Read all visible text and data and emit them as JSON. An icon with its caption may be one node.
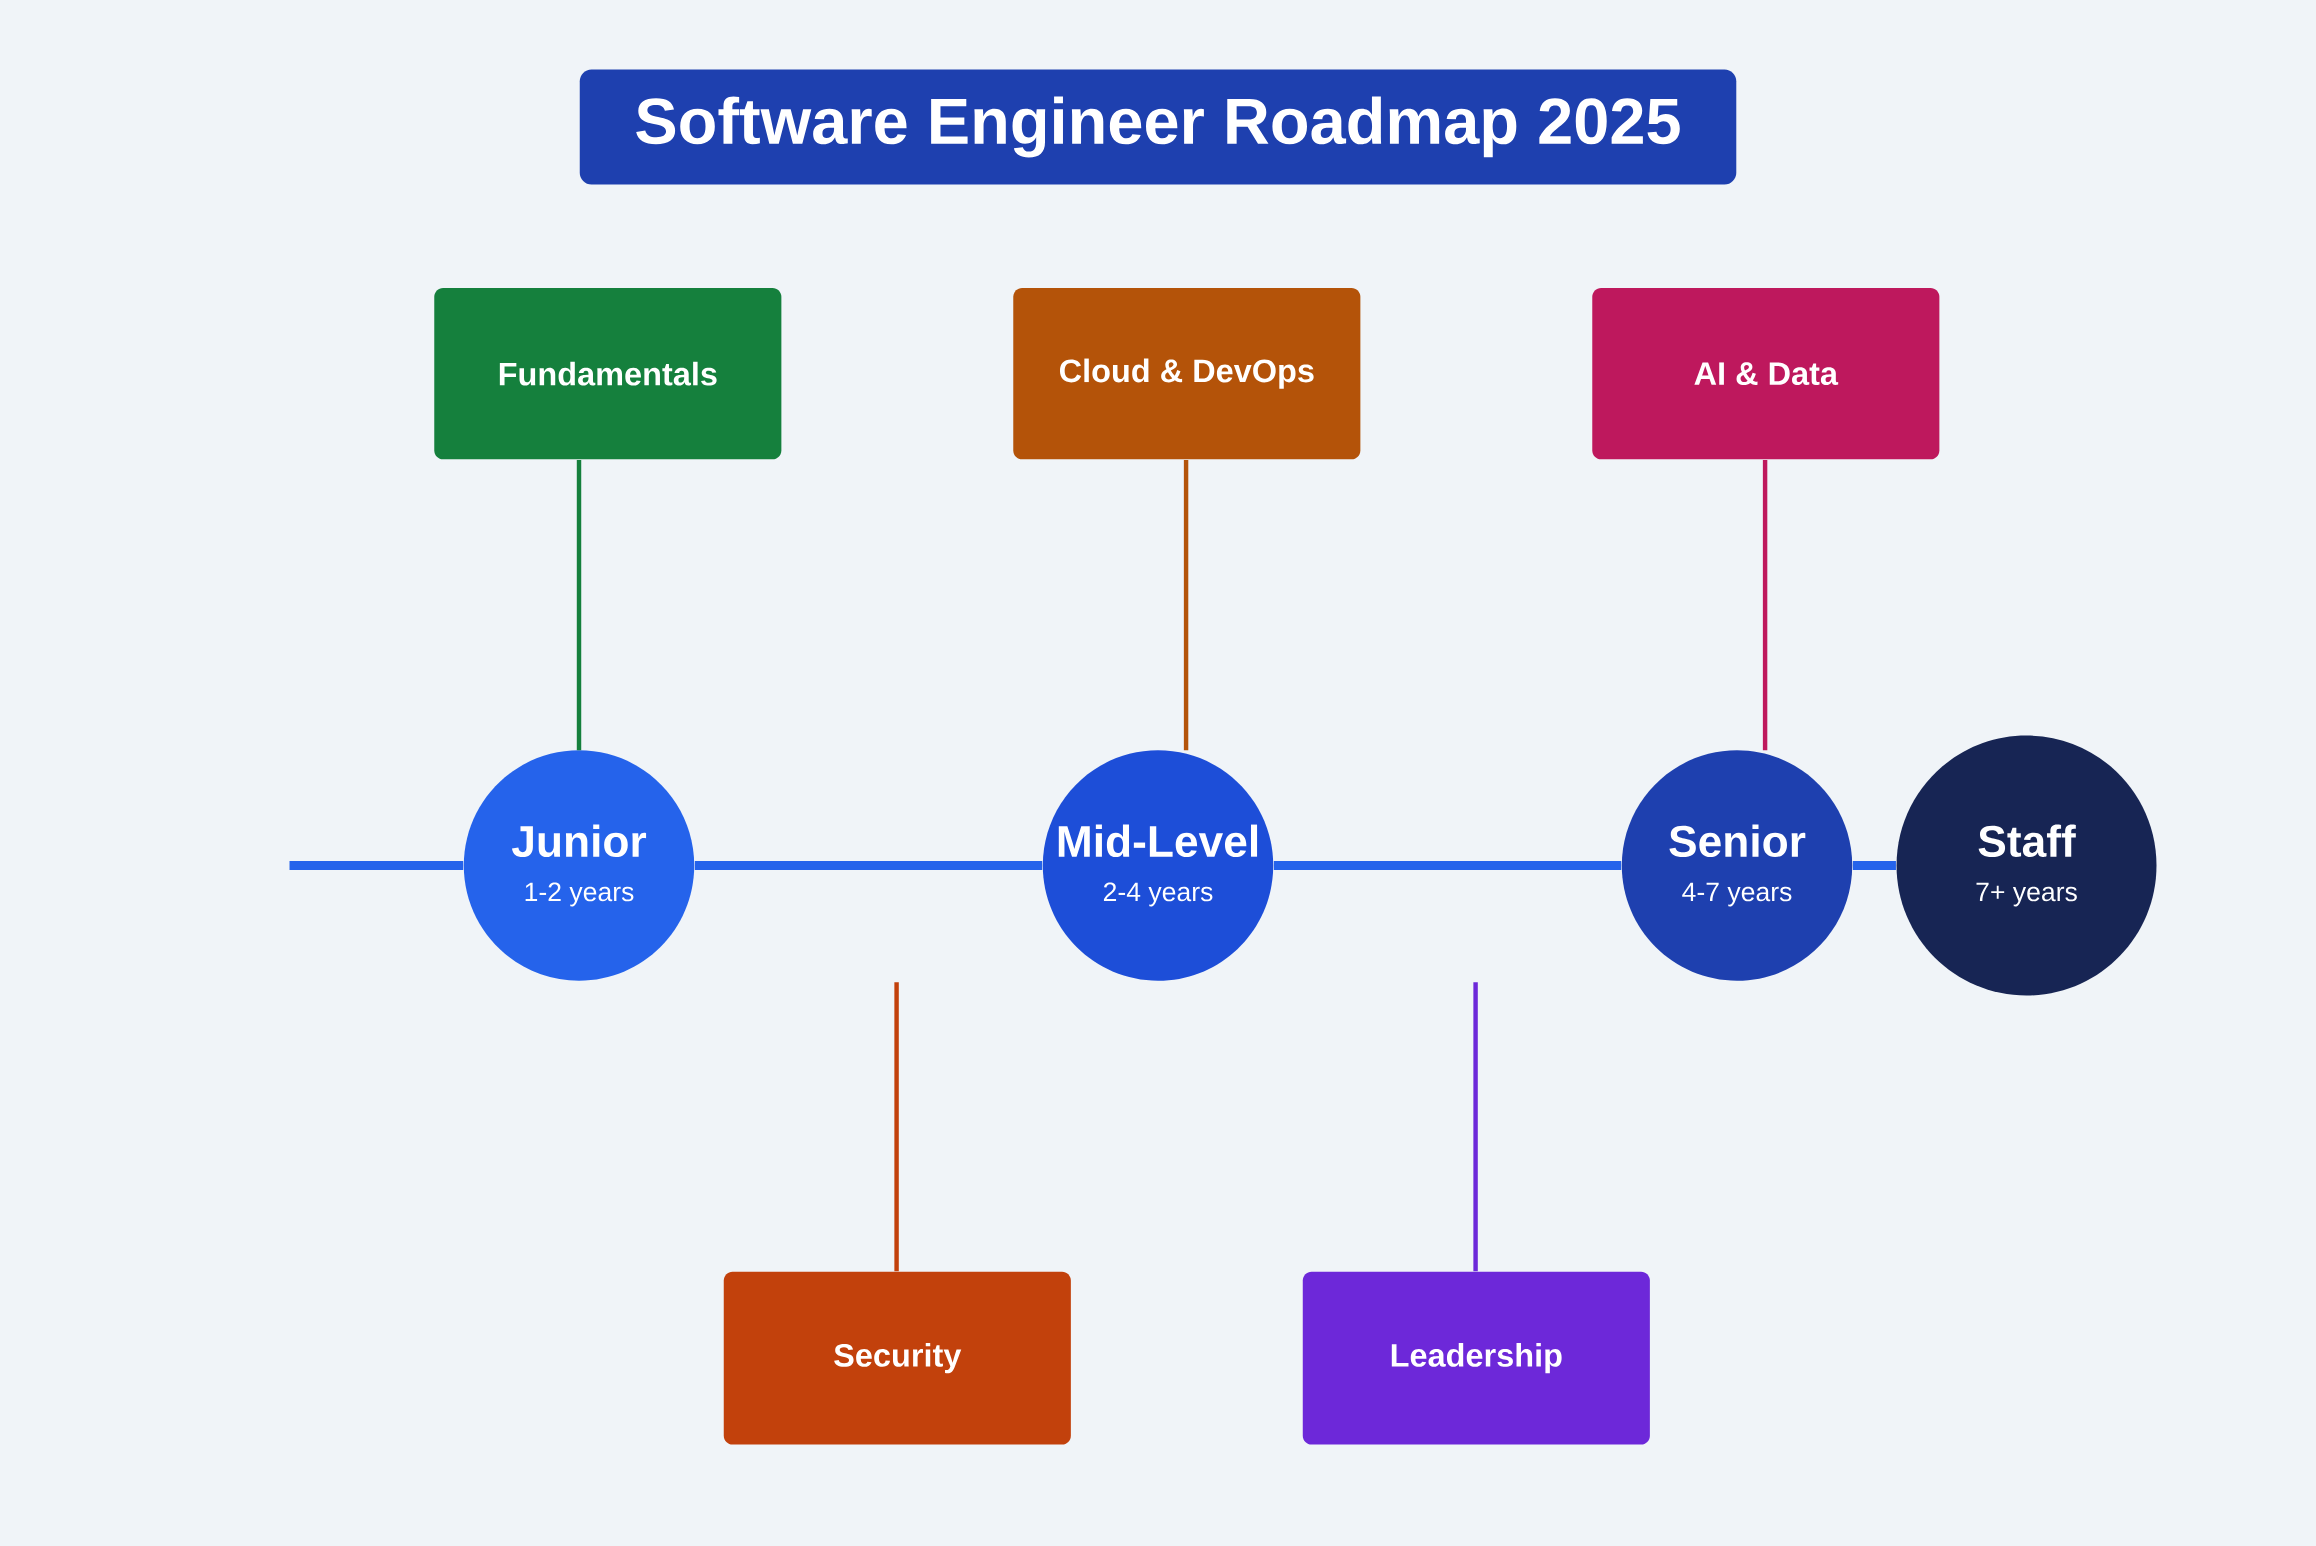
{
  "diagram": {
    "title": "Software Engineer Roadmap 2025",
    "nodes": [
      {
        "text": [
          "Junior",
          "1-2 years"
        ]
      },
      {
        "text": [
          "Mid-Level",
          "2-4 years"
        ]
      },
      {
        "text": [
          "Senior",
          "4-7 years"
        ]
      },
      {
        "text": [
          "Staff",
          "7+ years"
        ]
      },
      {
        "text": [
          "Fundamentals"
        ]
      },
      {
        "text": [
          "Cloud & DevOps"
        ]
      },
      {
        "text": [
          "AI & Data"
        ]
      },
      {
        "text": [
          "Security"
        ]
      },
      {
        "text": [
          "Leadership"
        ]
      }
    ],
    "edges": [
      {
        "from": null,
        "to": 0,
        "arrow": "none",
        "style": "thick"
      },
      {
        "from": 0,
        "to": 1,
        "arrow": "none",
        "style": "thick"
      },
      {
        "from": 1,
        "to": 2,
        "arrow": "none",
        "style": "thick"
      },
      {
        "from": 2,
        "to": 3,
        "arrow": "none",
        "style": "thick"
      },
      {
        "from": 4,
        "to": 0,
        "arrow": "none",
        "color": "#15803d"
      },
      {
        "from": 5,
        "to": 1,
        "arrow": "none",
        "color": "#b45309"
      },
      {
        "from": 6,
        "to": 2,
        "arrow": "none",
        "color": "#be185d"
      },
      {
        "from": null,
        "to": 7,
        "arrow": "none",
        "color": "#c2410c"
      },
      {
        "from": null,
        "to": 8,
        "arrow": "none",
        "color": "#6d28d9"
      }
    ]
  }
}
